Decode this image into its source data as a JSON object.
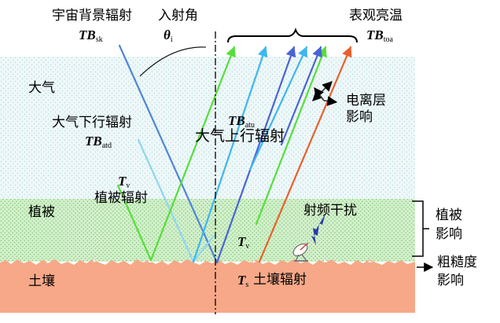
{
  "colors": {
    "atmosphere": "#eef8f9",
    "atmosphere_dots": "#b9d9dd",
    "vegetation": "#d3f0cc",
    "vegetation_dots": "#8ccc82",
    "soil": "#f6a888",
    "ray_sky": "#4f86d6",
    "ray_down": "#8fd7ee",
    "ray_veg": "#56de3c",
    "ray_up_blue": "#3fb6ee",
    "ray_up_purple": "#4a64d4",
    "ray_soil": "#e8602d",
    "nadir_line": "#000000"
  },
  "labels": {
    "sky_radiation": "宇宙背景辐射",
    "tb_sk_main": "TB",
    "tb_sk_sub": "sk",
    "incidence_angle": "入射角",
    "theta_main": "θ",
    "theta_sub": "i",
    "brightness_temp": "表观亮温",
    "tb_toa_main": "TB",
    "tb_toa_sub": "toa",
    "atmosphere": "大气",
    "downward_radiation": "大气下行辐射",
    "tb_atd_main": "TB",
    "tb_atd_sub": "atd",
    "tb_atu_main": "TB",
    "tb_atu_sub": "atu",
    "upward_radiation": "大气上行辐射",
    "ionosphere_1": "电离层",
    "ionosphere_2": "影响",
    "tv_left_main": "T",
    "tv_left_sub": "v",
    "veg_radiation": "植被辐射",
    "vegetation": "植被",
    "rfi": "射频干扰",
    "tv_right_main": "T",
    "tv_right_sub": "v",
    "veg_effect_1": "植被",
    "veg_effect_2": "影响",
    "roughness_1": "粗糙度",
    "roughness_2": "影响",
    "soil": "土壤",
    "ts_main": "T",
    "ts_sub": "s",
    "soil_radiation": "土壤辐射"
  },
  "icons": [
    "satellite-dish-icon",
    "rfi-signal-icon",
    "rotation-arrows-icon"
  ]
}
